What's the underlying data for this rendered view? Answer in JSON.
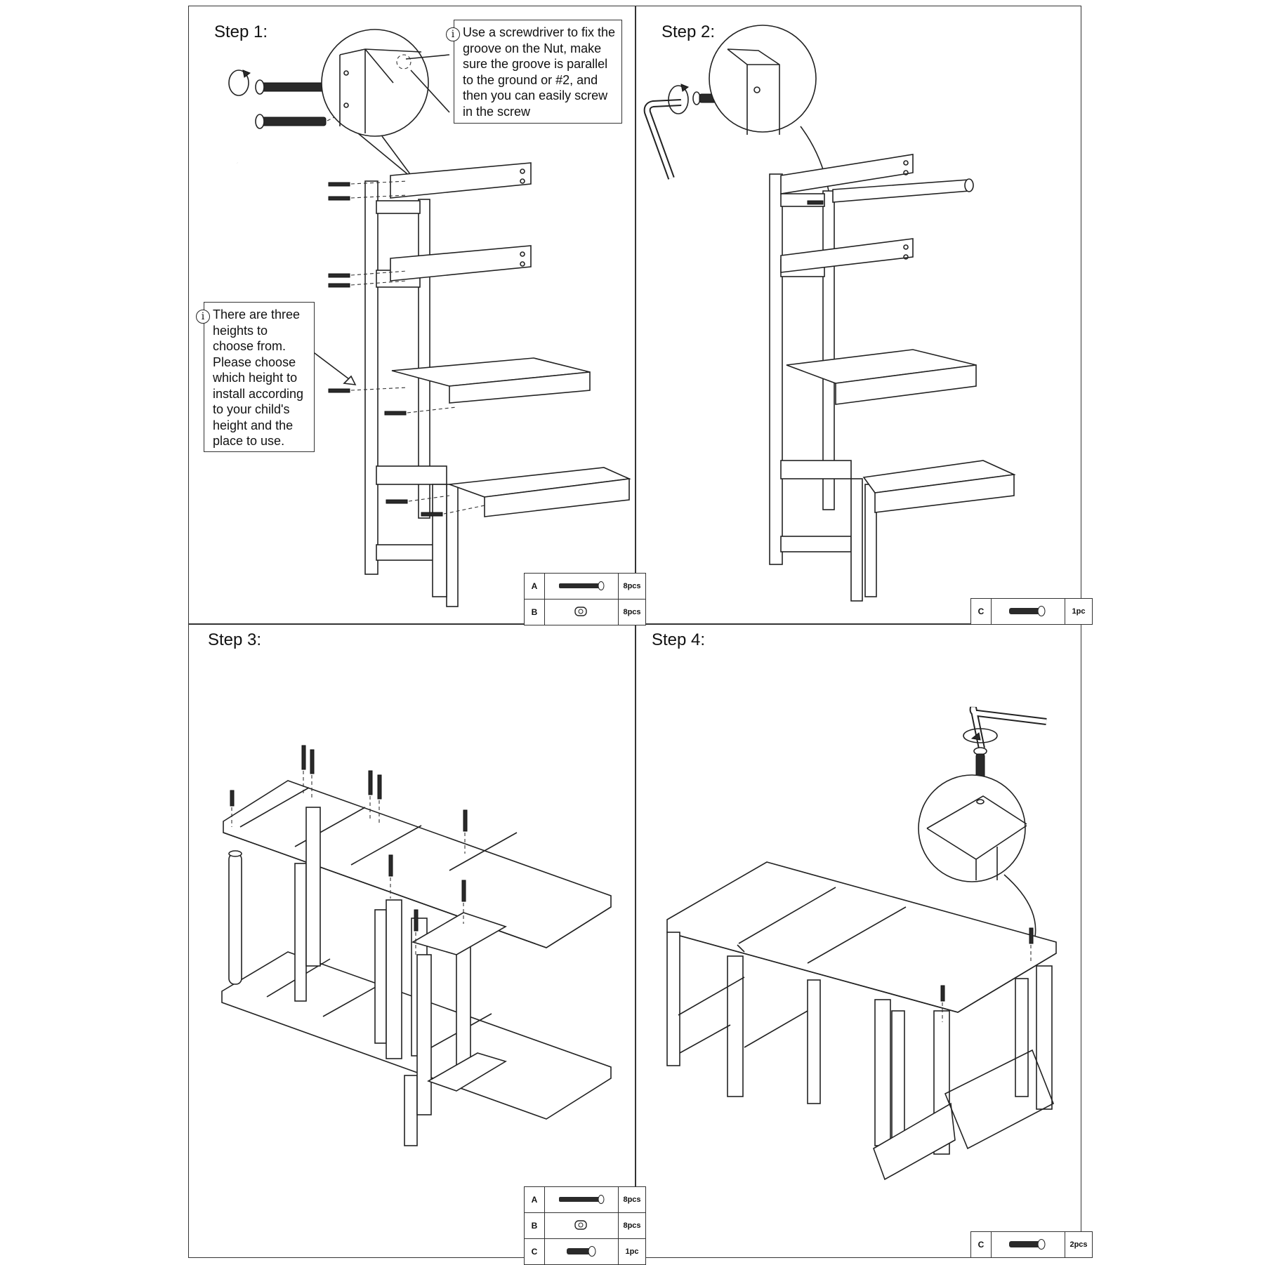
{
  "steps": [
    {
      "title": "Step 1:",
      "notes": [
        {
          "text": "Use a screwdriver to fix the\ngroove on the Nut, make\nsure the groove is parallel\nto the ground or #2, and\nthen you can easily screw\nin the screw"
        },
        {
          "text": "There are three\nheights to\nchoose from.\nPlease choose\nwhich height to\ninstall according\nto your child's\nheight and the\nplace to use."
        }
      ],
      "parts": [
        {
          "label": "A",
          "part_icon": "bolt-icon",
          "qty": "8pcs"
        },
        {
          "label": "B",
          "part_icon": "barrel-nut-icon",
          "qty": "8pcs"
        }
      ]
    },
    {
      "title": "Step 2:",
      "parts": [
        {
          "label": "C",
          "part_icon": "short-bolt-icon",
          "qty": "1pc"
        }
      ]
    },
    {
      "title": "Step 3:",
      "parts": [
        {
          "label": "A",
          "part_icon": "bolt-icon",
          "qty": "8pcs"
        },
        {
          "label": "B",
          "part_icon": "barrel-nut-icon",
          "qty": "8pcs"
        },
        {
          "label": "C",
          "part_icon": "short-bolt-icon",
          "qty": "1pc"
        }
      ]
    },
    {
      "title": "Step 4:",
      "parts": [
        {
          "label": "C",
          "part_icon": "short-bolt-icon",
          "qty": "2pcs"
        }
      ]
    }
  ]
}
